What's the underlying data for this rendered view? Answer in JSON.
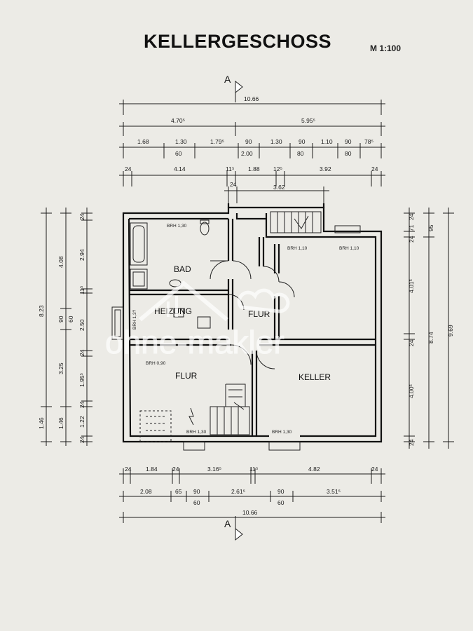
{
  "title": "KELLERGESCHOSS",
  "scale": "M 1:100",
  "section_marker": "A",
  "dims_top": {
    "total": "10.66",
    "row2": [
      "4.70⁵",
      "5.95⁵"
    ],
    "row3": [
      "1.68",
      "1.30",
      "1.79⁵",
      "90",
      "1.30",
      "90",
      "1.10",
      "90",
      "78⁵"
    ],
    "row3_sub": [
      "60",
      "2.00",
      "80",
      "80"
    ],
    "row4": [
      "24",
      "4.14",
      "11⁵",
      "1.88",
      "12⁵",
      "3.92",
      "24"
    ],
    "row5": [
      "24",
      "3.62"
    ]
  },
  "dims_bottom": {
    "row1": [
      "24",
      "1.84",
      "24",
      "3.16⁵",
      "11⁵",
      "4.82",
      "24"
    ],
    "row2": [
      "2.08",
      "65",
      "90",
      "2.61⁵",
      "90",
      "3.51⁵"
    ],
    "row2_sub": [
      "60",
      "60"
    ],
    "total": "10.66"
  },
  "dims_left": {
    "outer": [
      "8.23",
      "1.46"
    ],
    "mid": [
      "4.08",
      "90",
      "3.25",
      "1.46"
    ],
    "inner": [
      "24",
      "2.94",
      "11⁵",
      "60",
      "2.50",
      "24",
      "1.95⁵",
      "24",
      "1.22",
      "24"
    ]
  },
  "dims_right": {
    "outer": [
      "9.69"
    ],
    "mid": [
      "95",
      "8.74"
    ],
    "inner": [
      "24",
      "71",
      "24",
      "4.01⁵",
      "24",
      "4.00⁵",
      "24"
    ]
  },
  "rooms": {
    "bad": "BAD",
    "heizung": "HEIZUNG",
    "flur_upper": "FLUR",
    "flur_lower": "FLUR",
    "keller": "KELLER"
  },
  "brh": {
    "bad": "BRH 1,30",
    "stair_left": "BRH 1,10",
    "stair_right": "BRH 1,10",
    "heizung": "BRH 1,3?",
    "flur": "BRH 0,90",
    "flur_bottom": "BRH 1,30",
    "keller": "BRH 1,30"
  },
  "watermark": "ohne-makler"
}
